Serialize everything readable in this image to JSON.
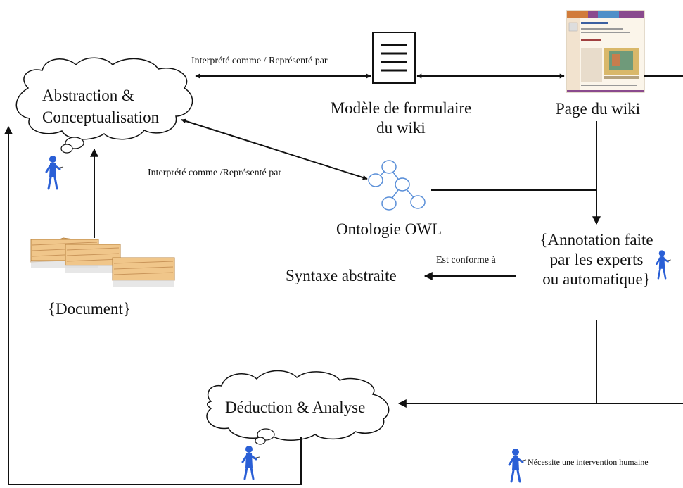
{
  "nodes": {
    "abstraction_line1": "Abstraction &",
    "abstraction_line2": "Conceptualisation",
    "form_model_line1": "Modèle de formulaire",
    "form_model_line2": "du wiki",
    "wiki_page": "Page du wiki",
    "ontology": "Ontologie OWL",
    "annotation_line1": "{Annotation faite",
    "annotation_line2": "par les experts",
    "annotation_line3": "ou automatique}",
    "syntax": "Syntaxe abstraite",
    "document": "{Document}",
    "deduction": "Déduction & Analyse"
  },
  "edges": {
    "interpreted_1": "Interprété comme / Représenté par",
    "interpreted_2": "Interprété comme /Représenté par",
    "conforms": "Est conforme à"
  },
  "legend": {
    "human_intervention": "Nécessite une intervention humaine"
  },
  "colors": {
    "person": "#2a5fd6",
    "line": "#111111",
    "ontology_node": "#5a8fd8",
    "folder": "#e9b774"
  }
}
